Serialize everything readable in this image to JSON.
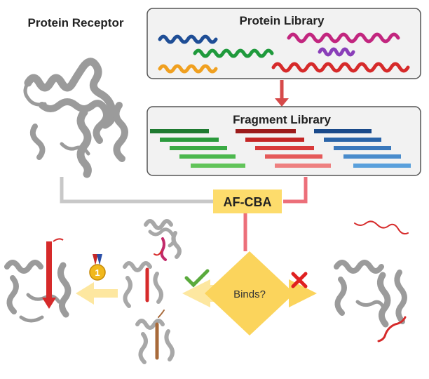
{
  "labels": {
    "receptor_title": "Protein Receptor",
    "library_title": "Protein Library",
    "fragment_title": "Fragment Library",
    "method": "AF-CBA",
    "decision": "Binds?"
  },
  "icons": {
    "yes": "checkmark-icon",
    "no": "cross-icon",
    "rank": "medal-icon"
  },
  "medal_text": "1",
  "colors": {
    "box_fill": "#f2f2f2",
    "box_border": "#555555",
    "connector_gray": "#c8c8c8",
    "connector_red": "#ec6f7a",
    "arrow_red": "#d64a4a",
    "accent_yellow": "#fddc6c",
    "decision_yellow": "#fbd45c",
    "check_green": "#5aaa3c",
    "cross_red": "#e02020",
    "ribbon_gray": "#9b9b9b",
    "helix_blue": "#1f4e96",
    "helix_magenta": "#c2267f",
    "helix_green": "#1f9a3c",
    "helix_purple": "#8a3fb9",
    "helix_orange": "#f0a020",
    "helix_red": "#d62a2a",
    "frag_green": [
      "#1e7a30",
      "#2a9a3c",
      "#3aaa44",
      "#4cb84e",
      "#62c45a"
    ],
    "frag_red": [
      "#9b1b1b",
      "#c42626",
      "#d83a3a",
      "#e55a5a",
      "#ee8080"
    ],
    "frag_blue": [
      "#1a4a8a",
      "#2a64a8",
      "#3a78bc",
      "#4a8ccc",
      "#5aa0dc"
    ]
  }
}
